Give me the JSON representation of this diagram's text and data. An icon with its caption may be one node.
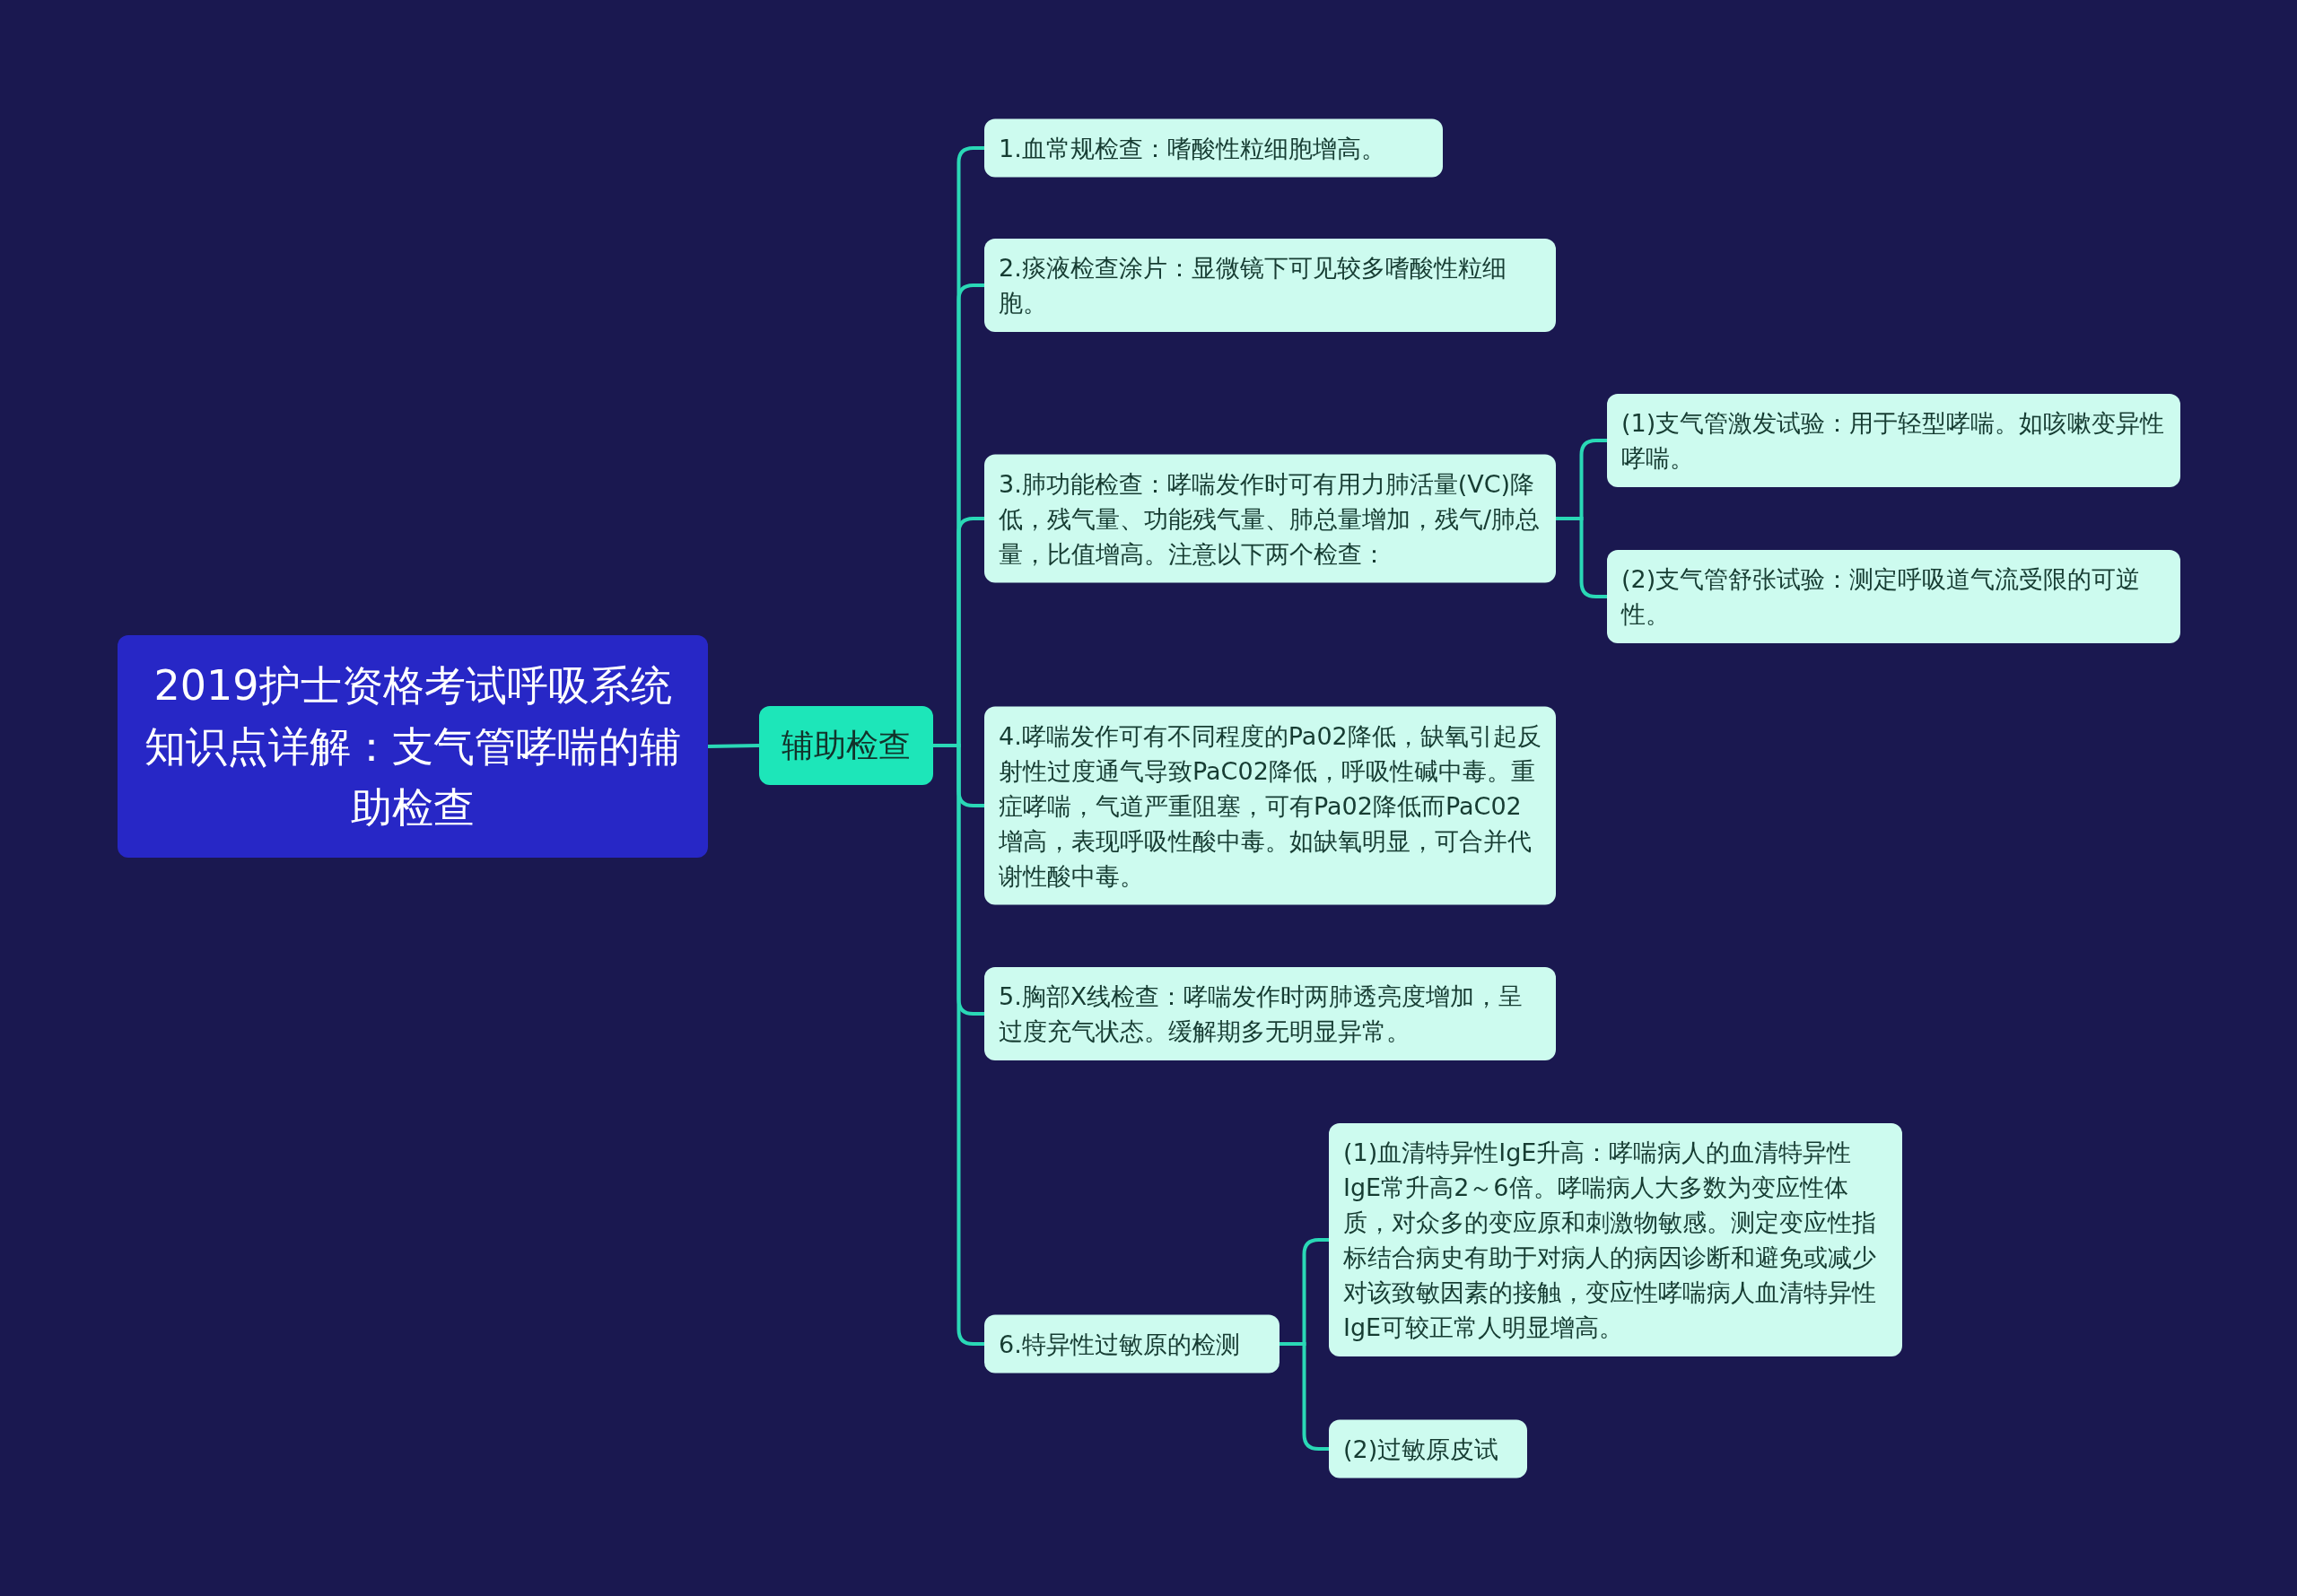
{
  "diagram": {
    "nodes": [
      {
        "text": [
          "2019护士资格考试呼吸系统知识点详解：支气管哮喘的辅助检查"
        ]
      },
      {
        "text": [
          "辅助检查"
        ]
      },
      {
        "text": [
          "1.血常规检查：嗜酸性粒细胞增高。"
        ]
      },
      {
        "text": [
          "2.痰液检查涂片：显微镜下可见较多嗜酸性粒细胞。"
        ]
      },
      {
        "text": [
          "3.肺功能检查：哮喘发作时可有用力肺活量(VC)降低，残气量、功能残气量、肺总量增加，残气/肺总量，比值增高。注意以下两个检查："
        ]
      },
      {
        "text": [
          "(1)支气管激发试验：用于轻型哮喘。如咳嗽变异性哮喘。"
        ]
      },
      {
        "text": [
          "(2)支气管舒张试验：测定呼吸道气流受限的可逆性。"
        ]
      },
      {
        "text": [
          "4.哮喘发作可有不同程度的Pa02降低，缺氧引起反射性过度通气导致PaC02降低，呼吸性碱中毒。重症哮喘，气道严重阻塞，可有Pa02降低而PaC02增高，表现呼吸性酸中毒。如缺氧明显，可合并代谢性酸中毒。"
        ]
      },
      {
        "text": [
          "5.胸部X线检查：哮喘发作时两肺透亮度增加，呈过度充气状态。缓解期多无明显异常。"
        ]
      },
      {
        "text": [
          "6.特异性过敏原的检测"
        ]
      },
      {
        "text": [
          "(1)血清特异性IgE升高：哮喘病人的血清特异性IgE常升高2～6倍。哮喘病人大多数为变应性体质，对众多的变应原和刺激物敏感。测定变应性指标结合病史有助于对病人的病因诊断和避免或减少对该致敏因素的接触，变应性哮喘病人血清特异性IgE可较正常人明显增高。"
        ]
      },
      {
        "text": [
          "(2)过敏原皮试"
        ]
      }
    ],
    "edges": [
      {
        "from": 0,
        "to": 1,
        "arrow": "none"
      },
      {
        "from": 1,
        "to": 2,
        "arrow": "none"
      },
      {
        "from": 1,
        "to": 3,
        "arrow": "none"
      },
      {
        "from": 1,
        "to": 4,
        "arrow": "none"
      },
      {
        "from": 4,
        "to": 5,
        "arrow": "none"
      },
      {
        "from": 4,
        "to": 6,
        "arrow": "none"
      },
      {
        "from": 1,
        "to": 7,
        "arrow": "none"
      },
      {
        "from": 1,
        "to": 8,
        "arrow": "none"
      },
      {
        "from": 1,
        "to": 9,
        "arrow": "none"
      },
      {
        "from": 9,
        "to": 10,
        "arrow": "none"
      },
      {
        "from": 9,
        "to": 11,
        "arrow": "none"
      }
    ]
  }
}
